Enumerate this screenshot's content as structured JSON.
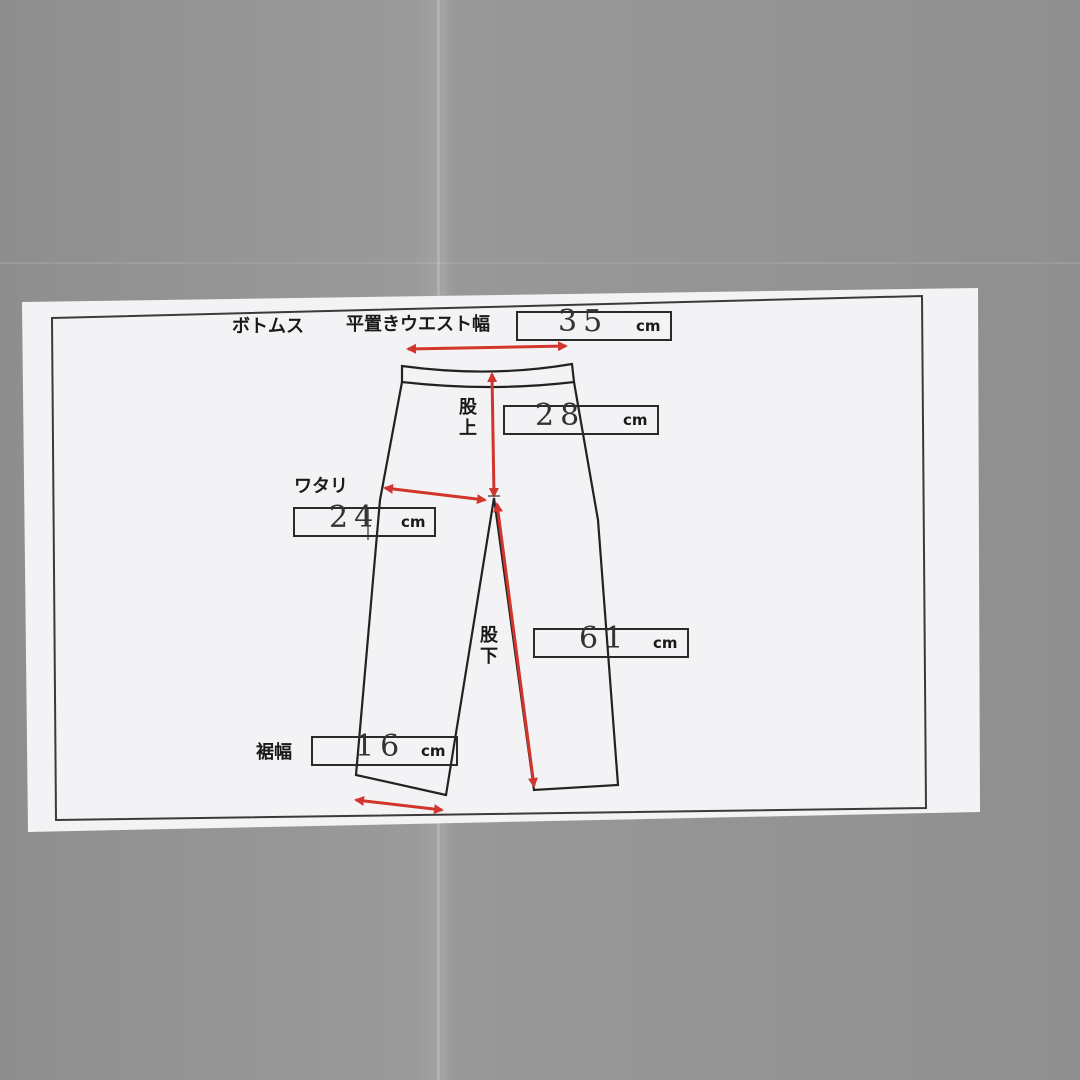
{
  "card": {
    "category": "ボトムス",
    "measurements": {
      "waist": {
        "label": "平置きウエスト幅",
        "value": "35",
        "unit": "cm"
      },
      "rise": {
        "label": "股上",
        "label_top": "股",
        "label_bottom": "上",
        "value": "28",
        "unit": "cm"
      },
      "thigh": {
        "label": "ワタリ",
        "value": "24",
        "unit": "cm"
      },
      "inseam": {
        "label": "股下",
        "label_top": "股",
        "label_bottom": "下",
        "value": "61",
        "unit": "cm"
      },
      "hem": {
        "label": "裾幅",
        "value": "16",
        "unit": "cm"
      }
    }
  },
  "colors": {
    "arrow": "#d2352b",
    "background_fabric": "#959595",
    "paper": "#f4f4f6"
  },
  "icons": {
    "diagram": "pants-outline-icon"
  }
}
